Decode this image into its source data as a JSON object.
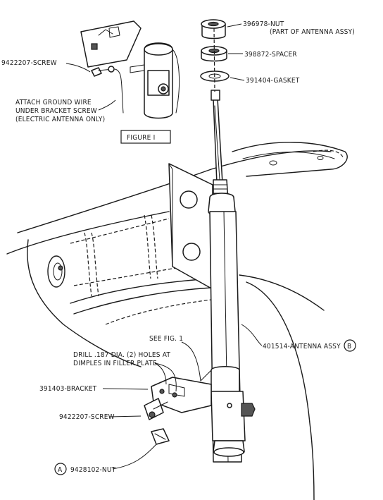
{
  "figure_box": "FIGURE  I",
  "labels": {
    "nut_top_1": "396978-NUT",
    "nut_top_2": "(PART OF ANTENNA ASSY)",
    "spacer": "398872-SPACER",
    "gasket": "391404-GASKET",
    "screw_top": "9422207-SCREW",
    "ground_1": "ATTACH GROUND WIRE",
    "ground_2": "UNDER BRACKET SCREW",
    "ground_3": "(ELECTRIC ANTENNA ONLY)",
    "see_fig": "SEE FIG. 1",
    "drill_1": "DRILL .187 DIA. (2) HOLES AT",
    "drill_2": "DIMPLES IN FILLER PLATE",
    "bracket": "391403-BRACKET",
    "screw_bottom": "9422207-SCREW",
    "nut_bottom": "9428102-NUT",
    "antenna_assy": "401514-ANTENNA ASSY"
  },
  "callouts": {
    "a": "A",
    "b": "B"
  },
  "colors": {
    "ink": "#1a1a1a",
    "paper": "#ffffff"
  }
}
